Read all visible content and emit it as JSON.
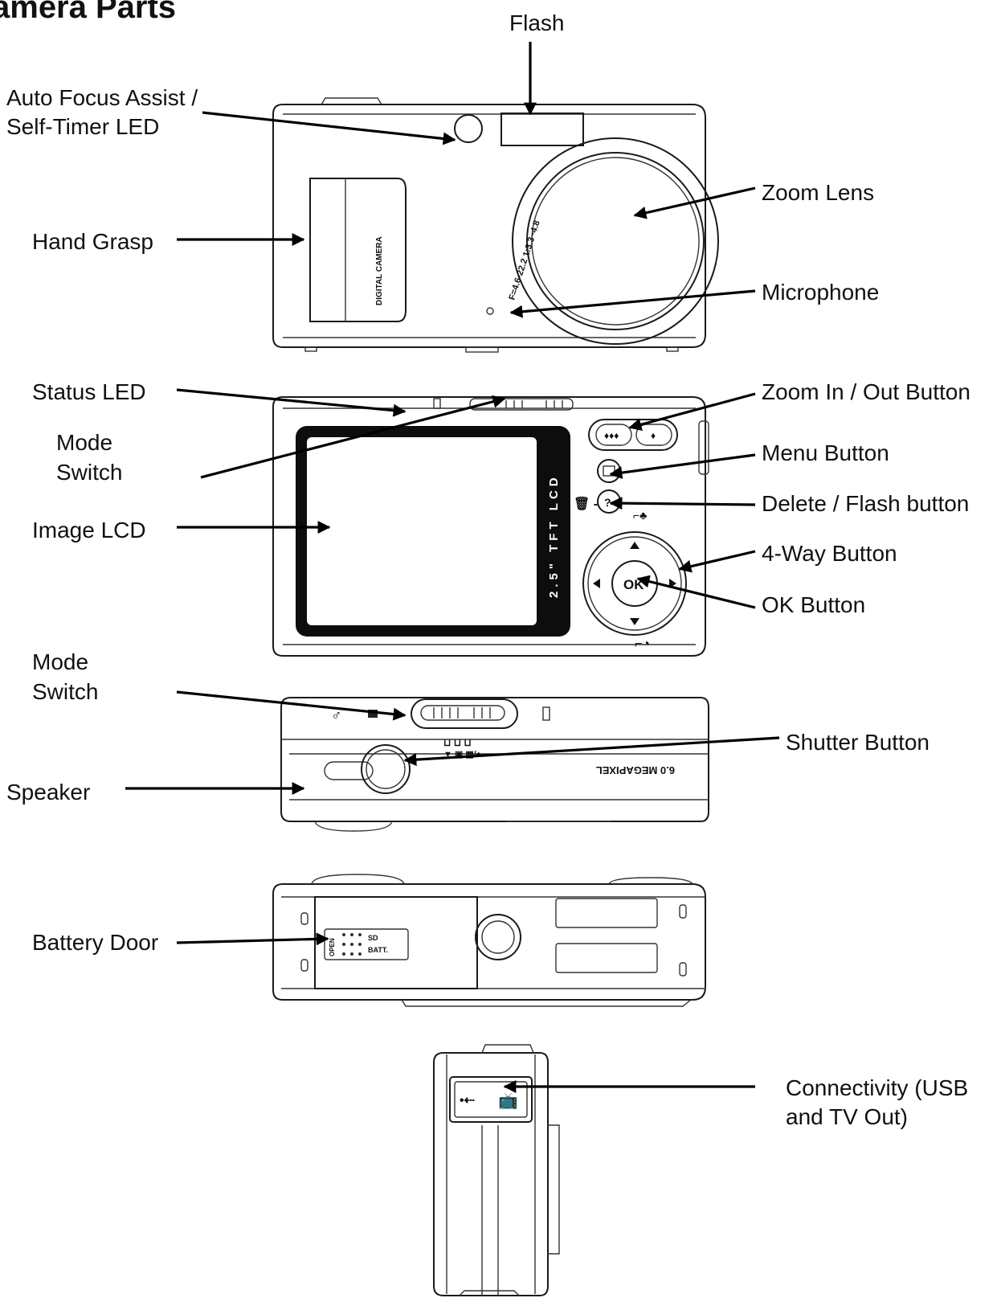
{
  "title": "amera Parts",
  "labels": {
    "flash": "Flash",
    "af_assist_line1": "Auto Focus Assist /",
    "af_assist_line2": "Self-Timer LED",
    "zoom_lens": "Zoom Lens",
    "hand_grasp": "Hand Grasp",
    "microphone": "Microphone",
    "status_led": "Status LED",
    "zoom_button": "Zoom In / Out Button",
    "mode_switch_1_line1": "Mode",
    "mode_switch_1_line2": "Switch",
    "menu_button": "Menu Button",
    "delete_flash_button": "Delete / Flash button",
    "image_lcd": "Image LCD",
    "four_way_button": "4-Way Button",
    "ok_button": "OK Button",
    "mode_switch_2_line1": "Mode",
    "mode_switch_2_line2": "Switch",
    "shutter_button": "Shutter Button",
    "speaker": "Speaker",
    "battery_door": "Battery Door",
    "connectivity_line1": "Connectivity (USB",
    "connectivity_line2": "and TV Out)"
  },
  "camera_markings": {
    "grip_text": "DIGITAL CAMERA",
    "lens_text": "F=4.6-22.2  1:3.3~4.8",
    "lcd_text": "2.5\" TFT LCD",
    "ok_text": "OK",
    "megapixel_text": "6.0 MEGAPIXEL",
    "battery_sd": "SD",
    "battery_batt": "BATT.",
    "battery_open": "OPEN"
  },
  "colors": {
    "ink": "#111111",
    "lcd_frame": "#0d0d0d",
    "background": "#ffffff"
  }
}
